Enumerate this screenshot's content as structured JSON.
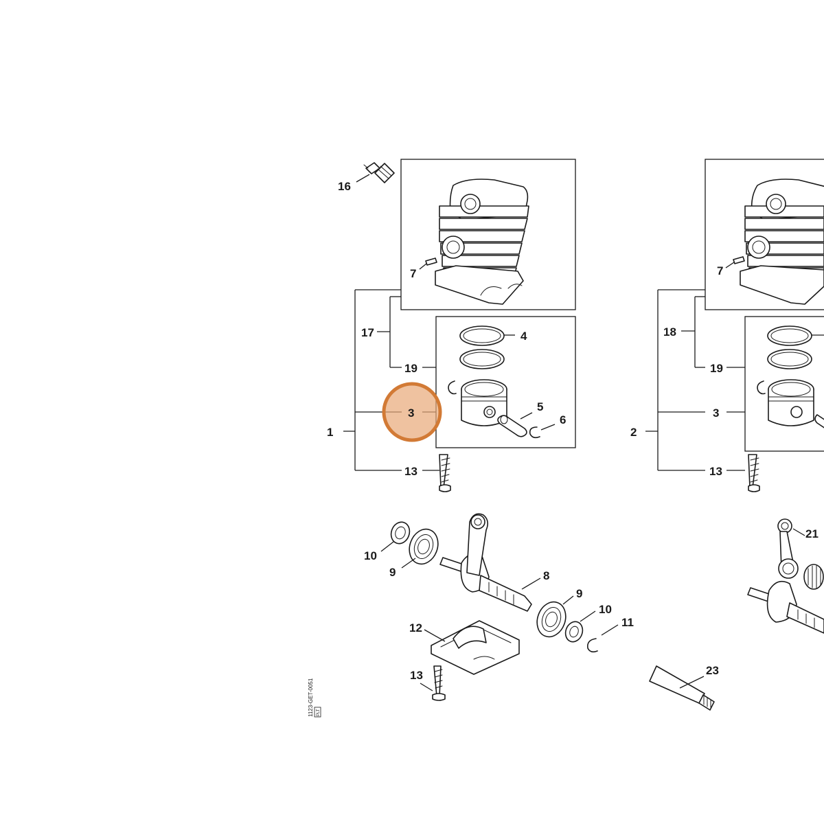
{
  "diagram": {
    "highlight": {
      "label": "3",
      "color": "#E8A878",
      "ring_color": "#D27A35"
    },
    "labels": {
      "l1": "1",
      "l2": "2",
      "l3a": "3",
      "l3b": "3",
      "l4a": "4",
      "l4b": "",
      "l5": "5",
      "l6": "6",
      "l7a": "7",
      "l7b": "7",
      "l8": "8",
      "l9a": "9",
      "l9b": "9",
      "l10a": "10",
      "l10b": "10",
      "l11": "11",
      "l12": "12",
      "l13a": "13",
      "l13b": "13",
      "l13c": "13",
      "l16": "16",
      "l17": "17",
      "l18": "18",
      "l19a": "19",
      "l19b": "19",
      "l21": "21",
      "l23": "23"
    },
    "drawing_code": "1123-GET-0051",
    "drawing_code_tag": "PLT"
  }
}
